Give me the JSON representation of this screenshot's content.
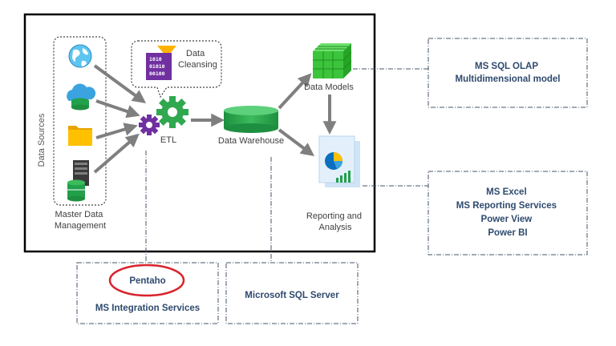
{
  "diagram": {
    "sources_label": "Data Sources",
    "master_data_label": [
      "Master Data",
      "Management"
    ],
    "cleansing_label": [
      "Data",
      "Cleansing"
    ],
    "cleansing_binary": [
      "1010",
      "01010",
      "00100"
    ],
    "etl_label": "ETL",
    "warehouse_label": "Data Warehouse",
    "models_label": "Data Models",
    "reporting_label": [
      "Reporting and",
      "Analysis"
    ]
  },
  "boxes": {
    "olap": [
      "MS SQL OLAP",
      "Multidimensional model"
    ],
    "reporting": [
      "MS Excel",
      "MS Reporting Services",
      "Power View",
      "Power BI"
    ],
    "etl_tools": {
      "highlighted": "Pentaho",
      "other": "MS Integration Services"
    },
    "sql_server": "Microsoft SQL Server"
  },
  "colors": {
    "frame": "#000000",
    "connector": "#44546a",
    "arrow": "#7f7f7f",
    "box_text": "#2e4a6e",
    "highlight_circle": "#d9232d",
    "gear_green": "#2fa84f",
    "gear_purple": "#7030a0",
    "cube_green": "#3cc43c",
    "cylinder_green": "#22a04a"
  }
}
